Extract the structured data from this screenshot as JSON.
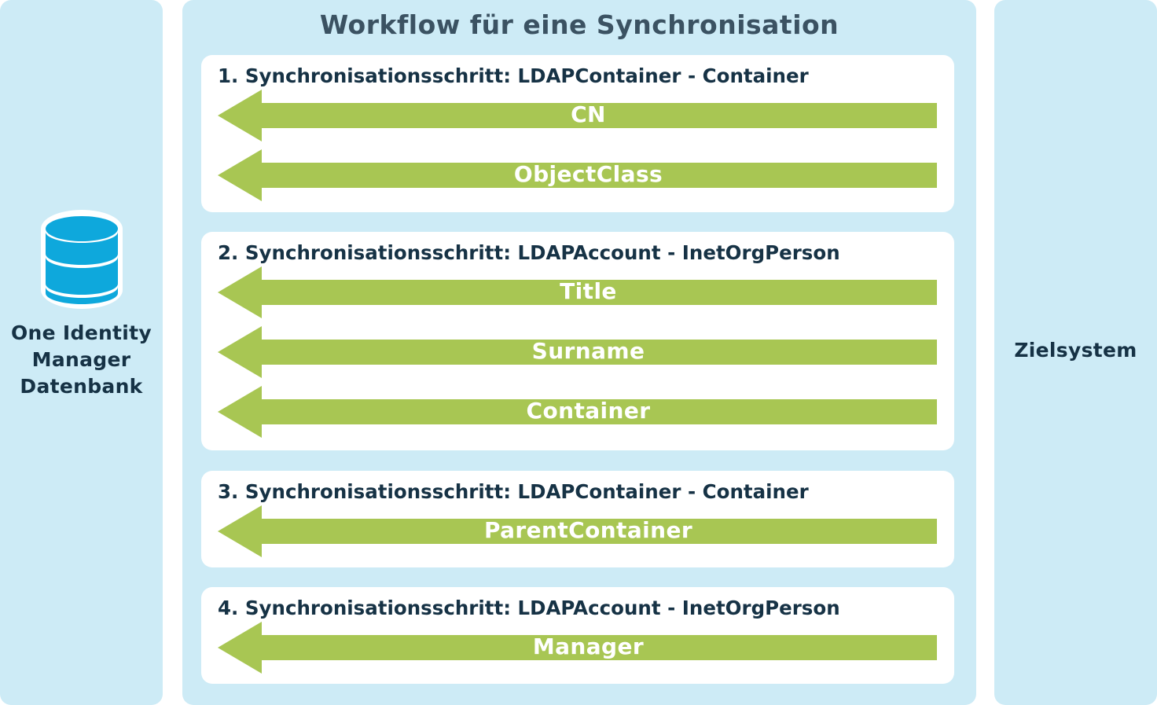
{
  "left": {
    "label_lines": [
      "One Identity",
      "Manager",
      "Datenbank"
    ],
    "icon": "database-icon"
  },
  "center": {
    "title": "Workflow für eine Synchronisation",
    "steps": [
      {
        "title": "1. Synchronisationsschritt: LDAPContainer - Container",
        "mappings": [
          "CN",
          "ObjectClass"
        ]
      },
      {
        "title": "2. Synchronisationsschritt: LDAPAccount - InetOrgPerson",
        "mappings": [
          "Title",
          "Surname",
          "Container"
        ]
      },
      {
        "title": "3. Synchronisationsschritt: LDAPContainer - Container",
        "mappings": [
          "ParentContainer"
        ]
      },
      {
        "title": "4. Synchronisationsschritt: LDAPAccount - InetOrgPerson",
        "mappings": [
          "Manager"
        ]
      }
    ]
  },
  "right": {
    "label": "Zielsystem"
  },
  "colors": {
    "panel": "#cdebf6",
    "arrow": "#a8c653",
    "database": "#0ea8dc",
    "text": "#163245"
  }
}
